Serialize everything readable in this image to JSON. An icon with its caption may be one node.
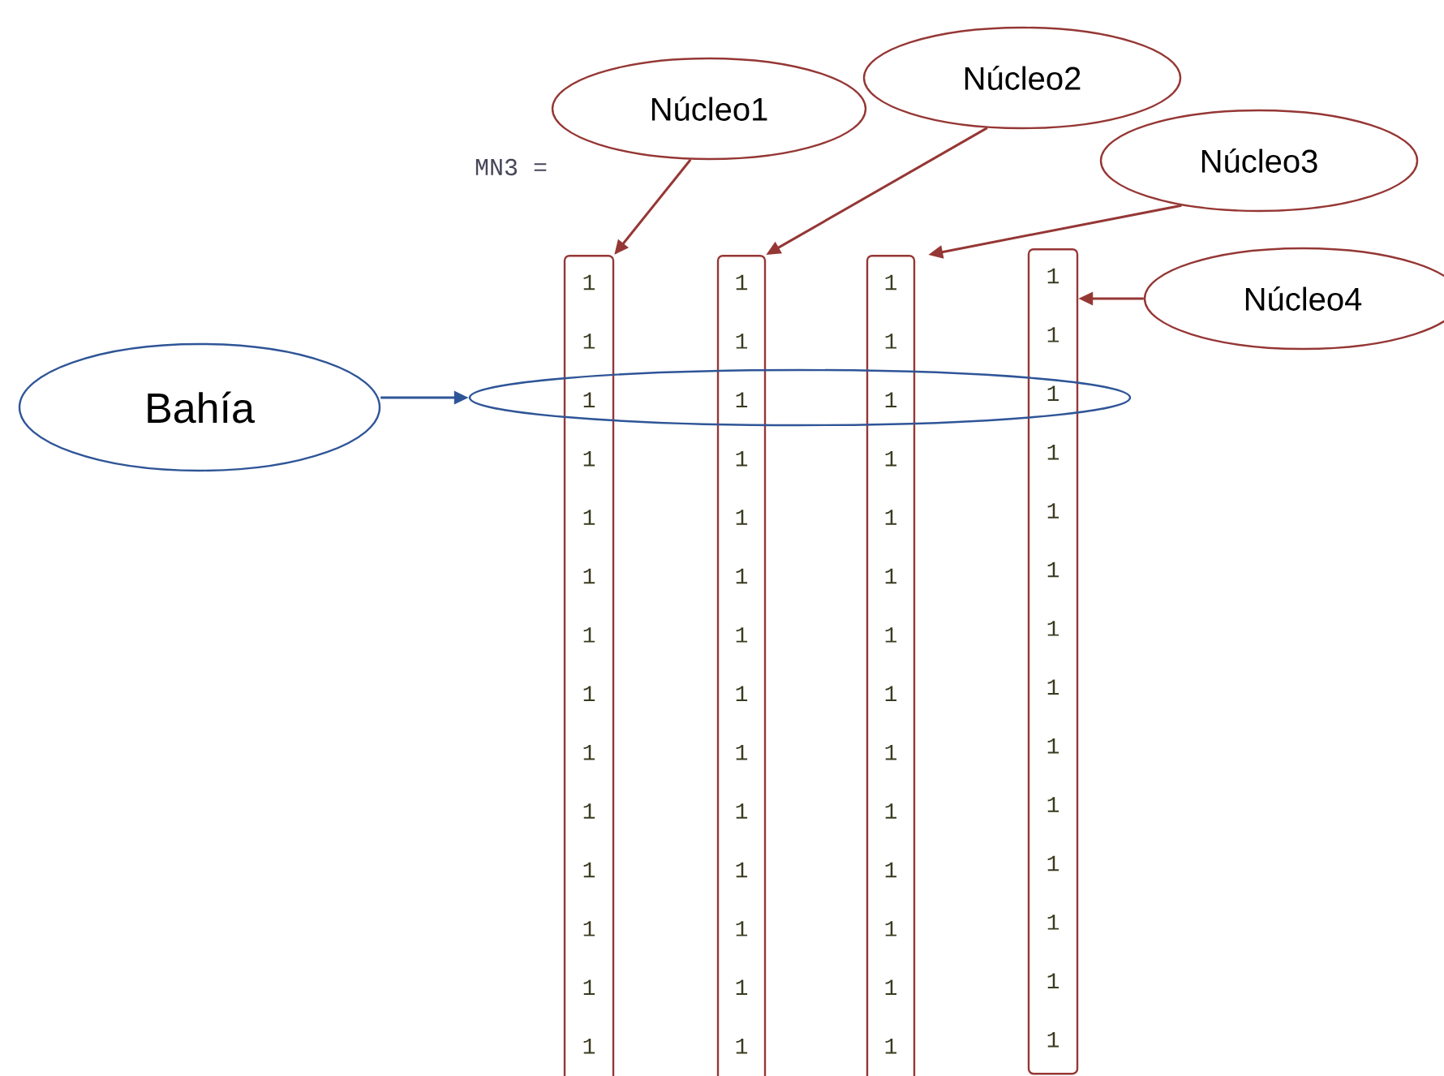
{
  "diagram": {
    "nodes": [
      {
        "text": [
          "Núcleo1"
        ]
      },
      {
        "text": [
          "Núcleo2"
        ]
      },
      {
        "text": [
          "Núcleo3"
        ]
      },
      {
        "text": [
          "Núcleo4"
        ]
      },
      {
        "text": [
          "Bahía"
        ]
      },
      {
        "text": [
          "1",
          "1",
          "1",
          "1",
          "1",
          "1",
          "1",
          "1",
          "1",
          "1",
          "1",
          "1",
          "1"
        ]
      },
      {
        "text": [
          "1",
          "1",
          "1",
          "1",
          "1",
          "1",
          "1",
          "1",
          "1",
          "1",
          "1",
          "1",
          "1"
        ]
      },
      {
        "text": [
          "1",
          "1",
          "1",
          "1",
          "1",
          "1",
          "1",
          "1",
          "1",
          "1",
          "1",
          "1",
          "1"
        ]
      },
      {
        "text": [
          "1",
          "1",
          "1",
          "1",
          "1",
          "1",
          "1",
          "1",
          "1",
          "1",
          "1",
          "1",
          "1"
        ]
      },
      {
        "text": [
          "1",
          "1",
          "1",
          "1"
        ]
      }
    ],
    "edges": [
      {
        "from": 0,
        "to": 5,
        "arrow": "to"
      },
      {
        "from": 1,
        "to": 6,
        "arrow": "to"
      },
      {
        "from": 2,
        "to": 7,
        "arrow": "to"
      },
      {
        "from": 3,
        "to": 8,
        "arrow": "to"
      },
      {
        "from": 4,
        "to": 9,
        "arrow": "to",
        "color": "#2f5597"
      }
    ],
    "labels": [
      "MN3 ="
    ]
  }
}
